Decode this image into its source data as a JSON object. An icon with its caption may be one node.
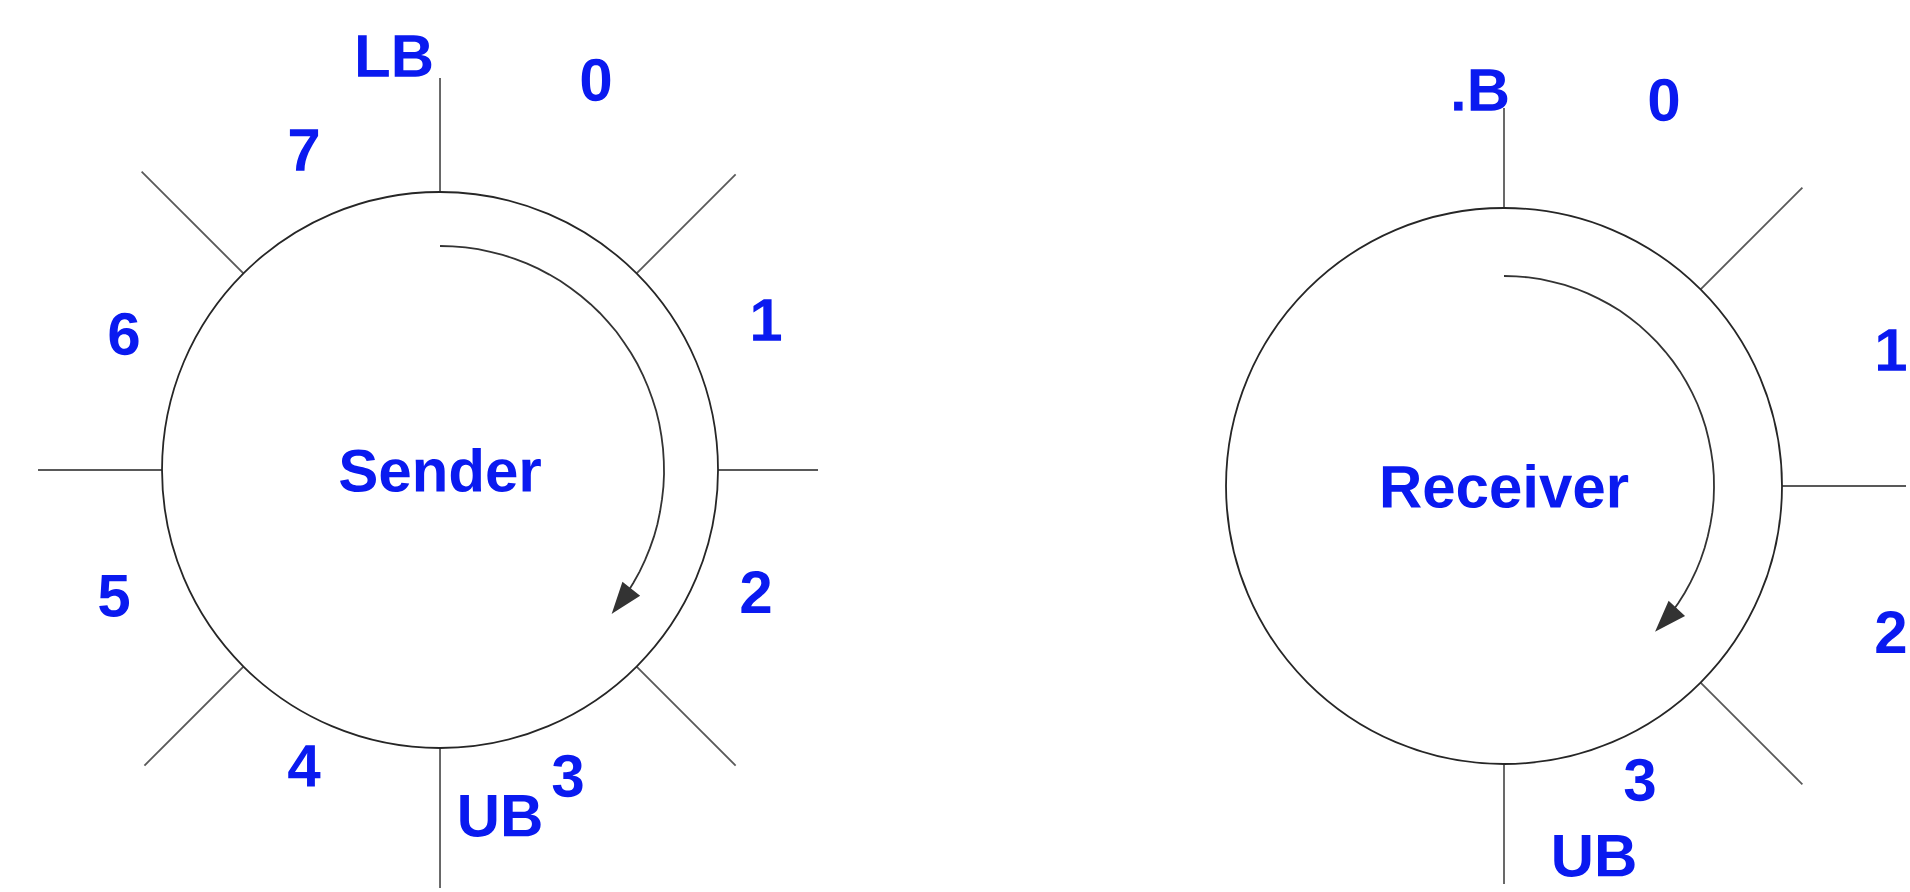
{
  "diagram": {
    "nodes": [
      {
        "text": [
          "Sender"
        ]
      },
      {
        "text": [
          "Receiver"
        ]
      }
    ],
    "labels": [
      "LB",
      "0",
      "7",
      "1",
      "6",
      "2",
      "5",
      "4",
      "3",
      "UB",
      ".B",
      "0",
      "1",
      "2",
      "3",
      "UB"
    ]
  }
}
